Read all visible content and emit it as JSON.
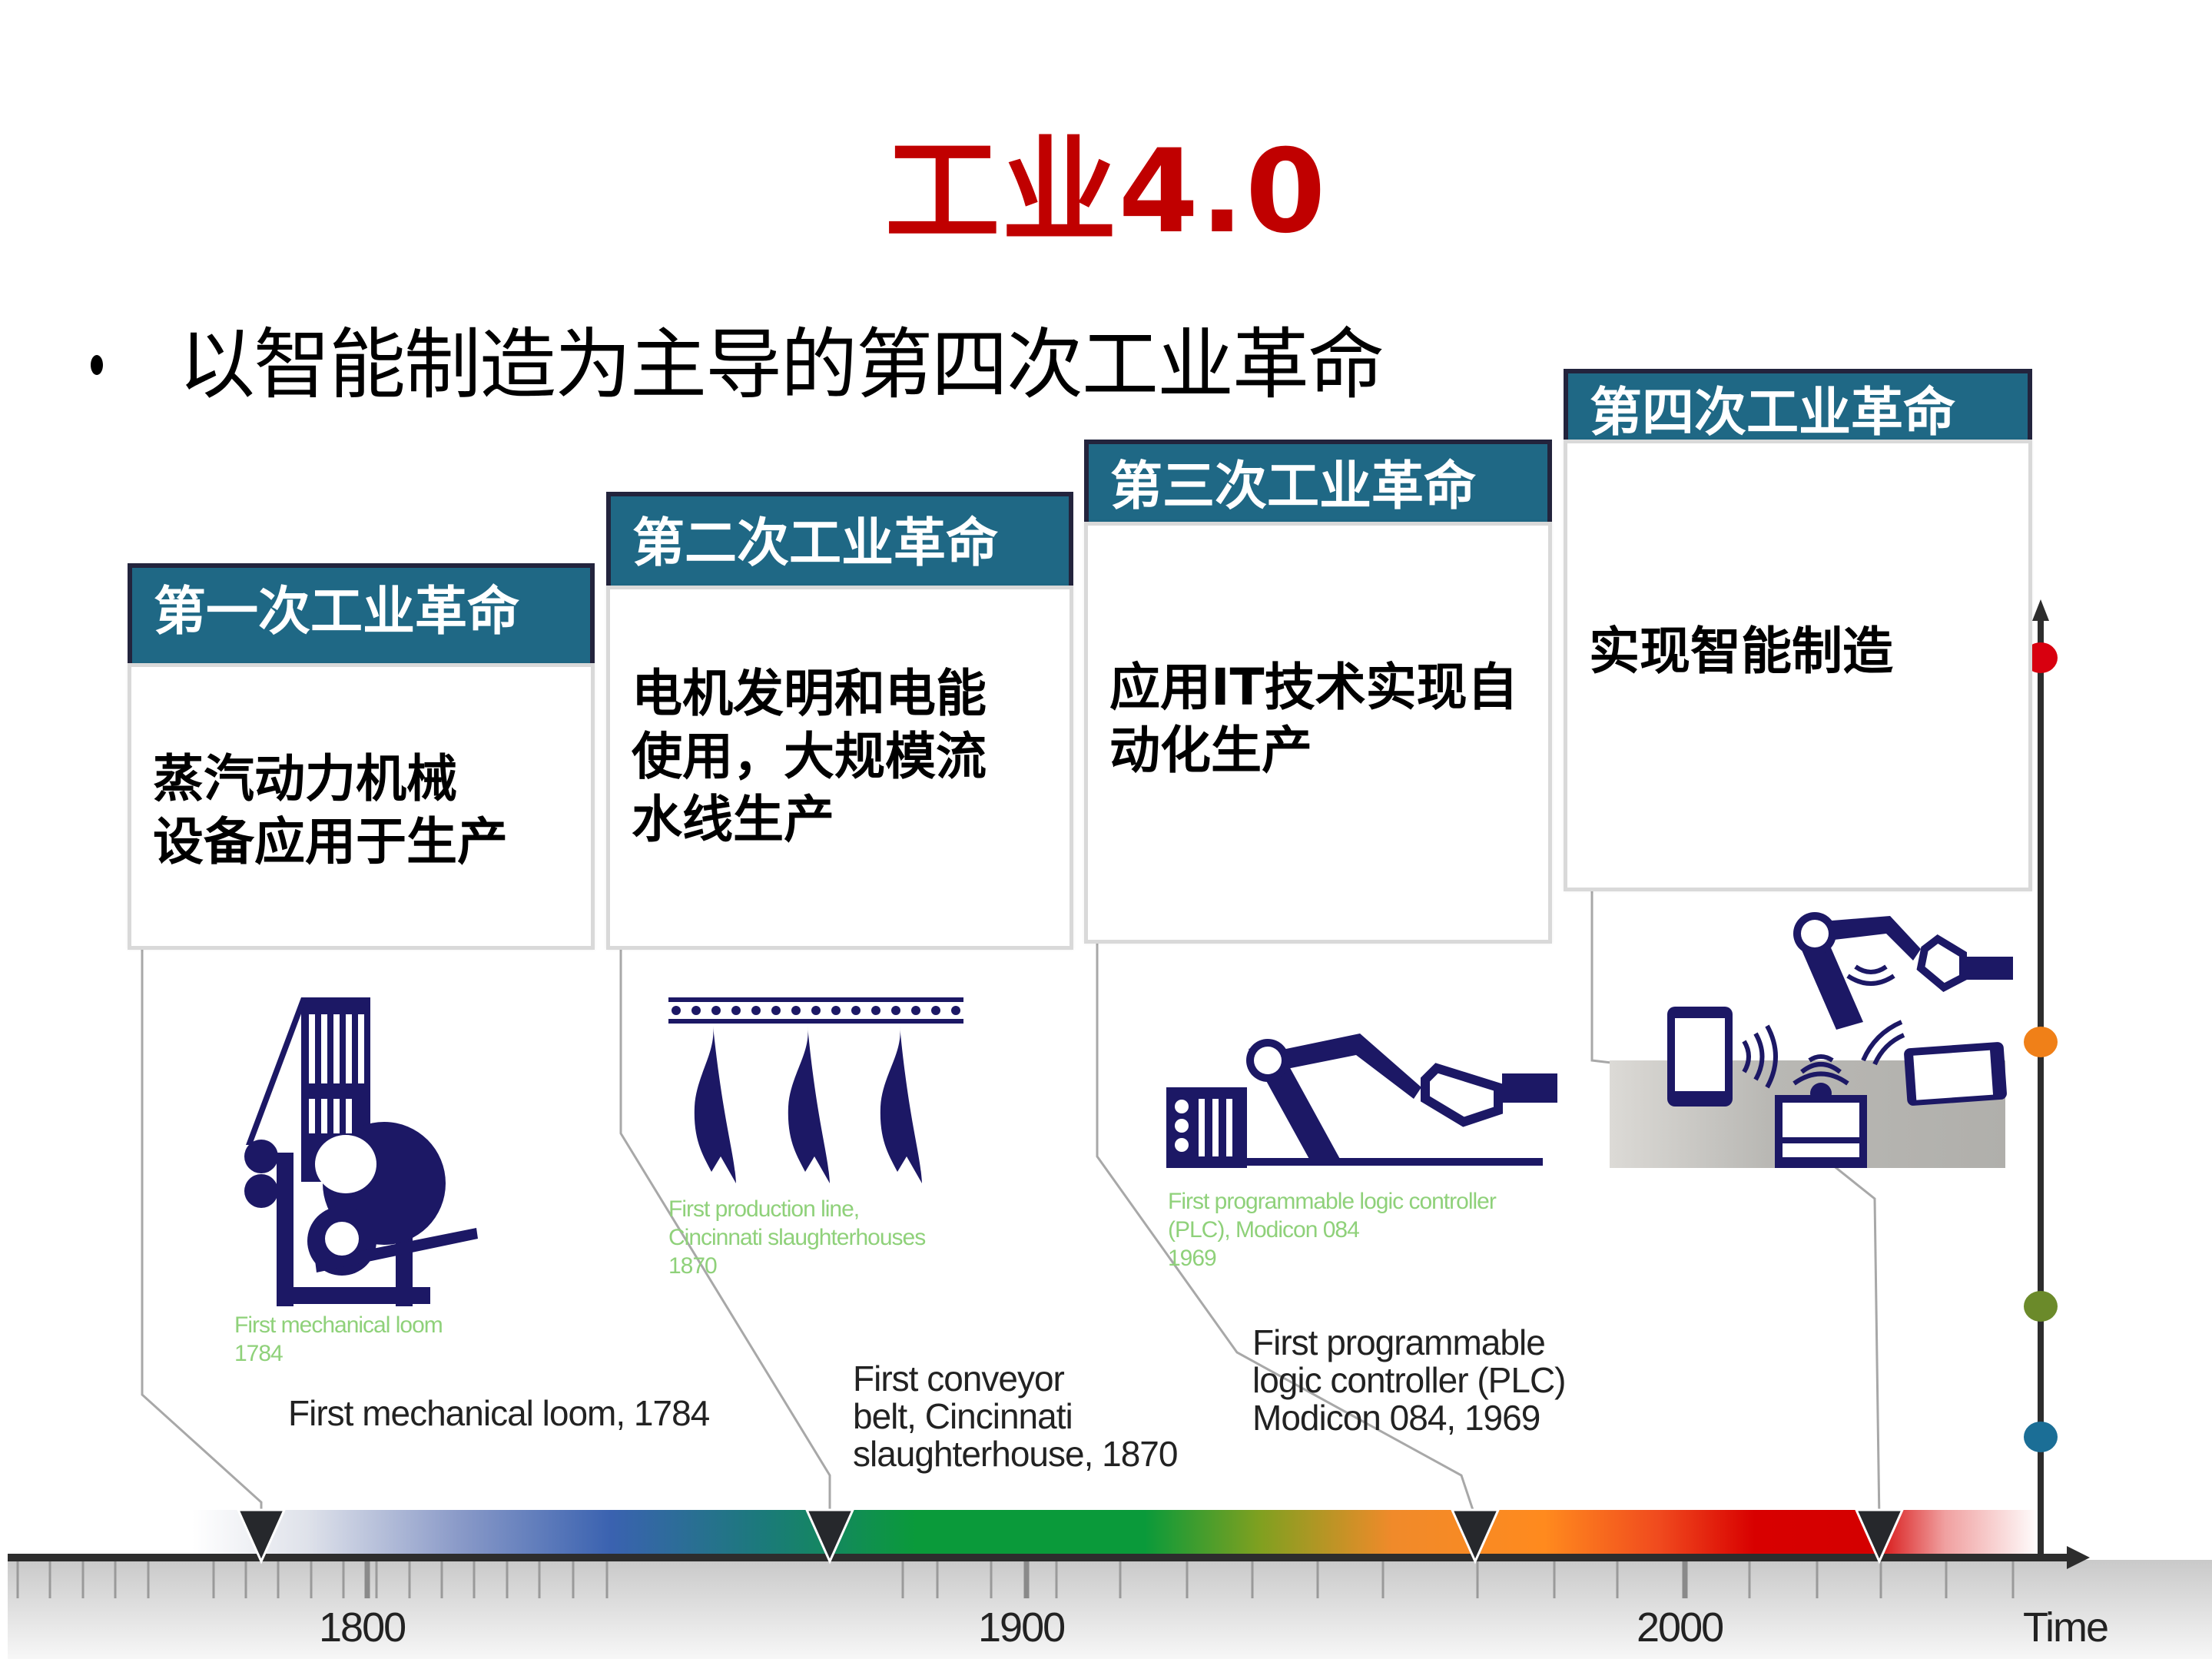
{
  "slide": {
    "title": "工业4.0",
    "bullet": "以智能制造为主导的第四次工业革命"
  },
  "cards": [
    {
      "header": "第一次工业革命",
      "body": "蒸汽动力机械\n设备应用于生产"
    },
    {
      "header": "第二次工业革命",
      "body": "电机发明和电能\n使用，大规模流\n水线生产"
    },
    {
      "header": "第三次工业革命",
      "body": "应用IT技术实现自\n动化生产"
    },
    {
      "header": "第四次工业革命",
      "body": "实现智能制造"
    }
  ],
  "illustrations": [
    {
      "icon": "mechanical-loom-icon",
      "caption": "First mechanical loom\n1784"
    },
    {
      "icon": "conveyor-line-icon",
      "caption": "First production line,\nCincinnati slaughterhouses\n1870"
    },
    {
      "icon": "plc-robot-arm-icon",
      "caption": "First programmable logic controller\n(PLC), Modicon 084\n1969"
    },
    {
      "icon": "connected-devices-icon",
      "caption": ""
    }
  ],
  "milestones": [
    {
      "label": "First mechanical loom, 1784"
    },
    {
      "label": "First conveyor\nbelt, Cincinnati\nslaughterhouse, 1870"
    },
    {
      "label": "First programmable\nlogic controller (PLC)\nModicon 084, 1969"
    }
  ],
  "timeline": {
    "ticks": [
      "1800",
      "1900",
      "2000"
    ],
    "axis_label": "Time",
    "gradient_colors": [
      "#3a62b0",
      "#0a9a3a",
      "#ff8a1e",
      "#d00000"
    ]
  },
  "side_axis": {
    "dots": [
      {
        "name": "red-dot",
        "color": "#d8000f"
      },
      {
        "name": "orange-dot",
        "color": "#f08018"
      },
      {
        "name": "green-dot",
        "color": "#6b8a2a"
      },
      {
        "name": "blue-dot",
        "color": "#1b6e96"
      }
    ]
  }
}
